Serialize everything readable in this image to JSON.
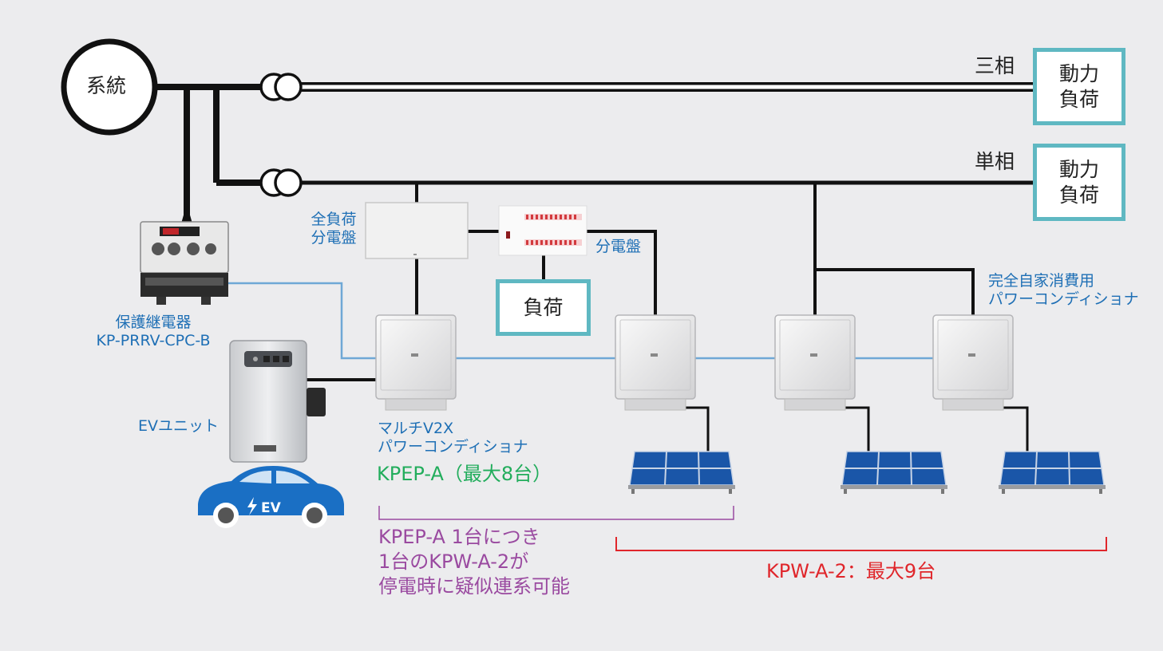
{
  "grid": {
    "label": "系統"
  },
  "phases": {
    "three_phase": "三相",
    "single_phase": "単相"
  },
  "loads": {
    "power_load_1": [
      "動力",
      "負荷"
    ],
    "power_load_2": [
      "動力",
      "負荷"
    ],
    "load": "負荷"
  },
  "panels": {
    "full_load_panel": [
      "全負荷",
      "分電盤"
    ],
    "distribution_panel": "分電盤"
  },
  "relay": {
    "name": "保護継電器",
    "model": "KP-PRRV-CPC-B"
  },
  "ev_unit": {
    "label": "EVユニット",
    "car_badge": "EV"
  },
  "multi_v2x": {
    "line1": "マルチV2X",
    "line2": "パワーコンディショナ",
    "model": "KPEP-A（最大8台）"
  },
  "self_consumption": {
    "line1": "完全自家消費用",
    "line2": "パワーコンディショナ"
  },
  "note_purple": [
    "KPEP-A 1台につき",
    "1台のKPW-A-2が",
    "停電時に疑似連系可能"
  ],
  "note_red": "KPW-A-2：最大9台",
  "colors": {
    "background": "#ececee",
    "load_box_border": "#5fb8c2",
    "signal_line": "#6fa8d6",
    "green": "#22ad5c",
    "purple": "#9a4aa0",
    "red": "#e0262b",
    "blue_text": "#1e6fb5"
  }
}
